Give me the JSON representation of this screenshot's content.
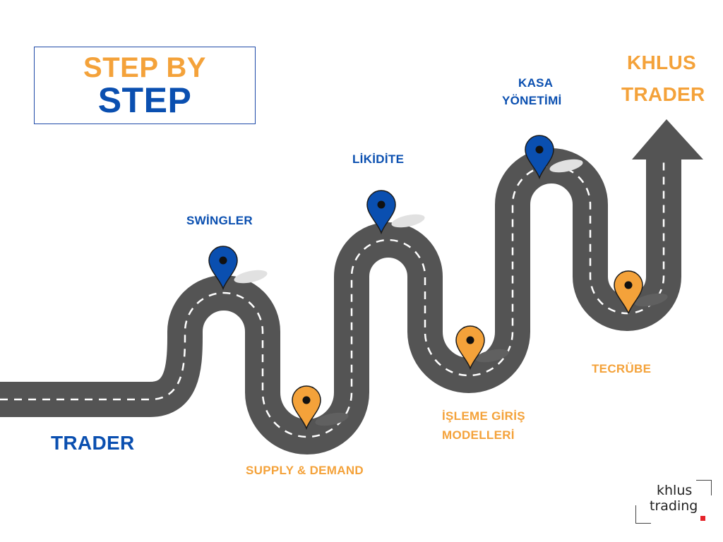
{
  "title": {
    "line1": "STEP BY",
    "line2": "STEP"
  },
  "steps": {
    "start": "TRADER",
    "swingler": "SWİNGLER",
    "supply_demand": "SUPPLY & DEMAND",
    "likidite": "LİKİDİTE",
    "isleme_line1": "İŞLEME GİRİŞ",
    "isleme_line2": "MODELLERİ",
    "kasa_line1": "KASA",
    "kasa_line2": "YÖNETİMİ",
    "tecrube": "TECRÜBE",
    "goal_line1": "KHLUS",
    "goal_line2": "TRADER"
  },
  "logo": {
    "line1": "khlus",
    "line2": "trading"
  },
  "colors": {
    "blue": "#0a4fb0",
    "orange": "#f4a23a",
    "road": "#545454",
    "dash": "#ffffff",
    "logo_accent": "#e5232a"
  },
  "icons": {
    "pin": "map-pin-icon",
    "arrow": "arrow-up-icon"
  }
}
